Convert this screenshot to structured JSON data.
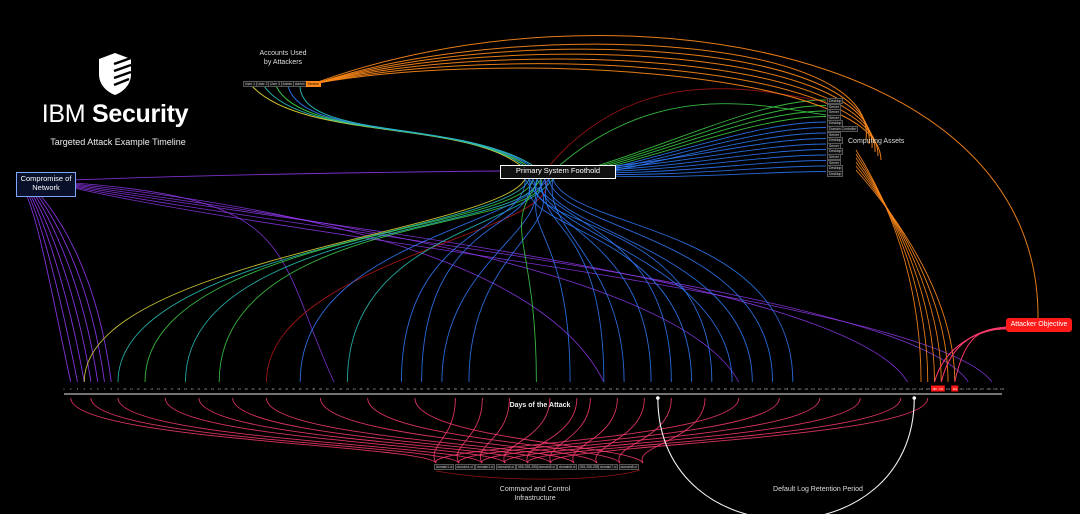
{
  "brand": {
    "name_light": "IBM",
    "name_bold": "Security"
  },
  "title": "Targeted Attack Example Timeline",
  "nodes": {
    "accounts": "Accounts Used\nby Attackers",
    "foothold": "Primary System Foothold",
    "compromise": "Compromise of\nNetwork",
    "assets": "Computing Assets",
    "objective": "Attacker Objective",
    "c2": "Command and Control\nInfrastructure",
    "log_retention": "Default Log Retention Period",
    "days": "Days of the Attack"
  },
  "account_tags": [
    "User 1",
    "User 2",
    "User 3",
    "Admin 1",
    "Admin 2",
    "Service"
  ],
  "asset_tags": [
    "Desktop",
    "Server",
    "Server",
    "Server",
    "Desktop",
    "Domain Controller",
    "Server",
    "Desktop",
    "Server",
    "Desktop",
    "Server",
    "Server",
    "Desktop",
    "Desktop"
  ],
  "c2_tags": [
    "domain1.cl",
    "domain1.cl",
    "domain1.cl",
    "domain4.cl",
    "555.255.255.255",
    "domain5.cl",
    "domain6.cl",
    "255.255.255.255",
    "domain7.cl",
    "domain8.cl"
  ],
  "day_count": 140,
  "highlight_days": [
    130,
    131,
    133
  ],
  "colors": {
    "yellow": "#e8e03a",
    "green": "#3fd64a",
    "teal": "#29c6c0",
    "blue": "#2f7cff",
    "purple": "#9b3cff",
    "red": "#b81818",
    "orange": "#ff8a1a",
    "pink": "#ff3c6e",
    "white": "#ffffff",
    "objective": "#ff1a1a"
  },
  "icons": [
    "ibm-security-shield-icon"
  ]
}
